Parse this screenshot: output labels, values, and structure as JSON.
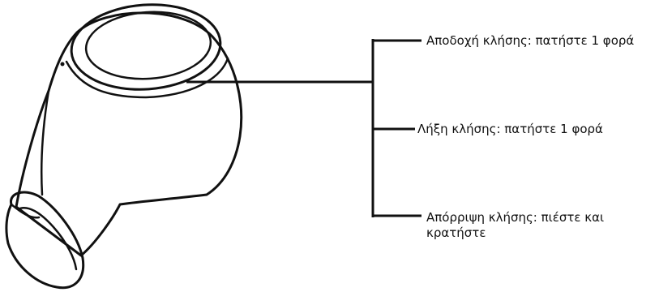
{
  "labels": {
    "answer_call": "Αποδοχή κλήσης: πατήστε 1 φορά",
    "end_call": "Λήξη κλήσης: πατήστε 1 φορά",
    "reject_call": "Απόρριψη κλήσης: πιέστε και κρατήστε"
  },
  "colors": {
    "line": "#111111",
    "background": "#ffffff"
  },
  "illustration": {
    "subject": "earbud-icon"
  }
}
